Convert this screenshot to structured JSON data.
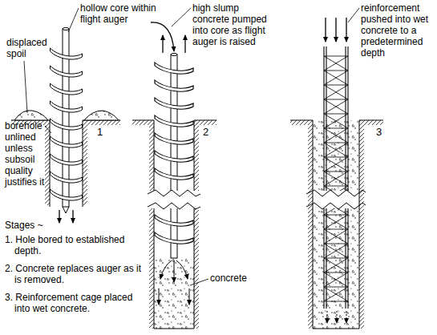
{
  "diagram": {
    "labels": [
      "hollow core within flight auger",
      "displaced spoil",
      "borehole unlined unless subsoil quality justifies it",
      "1",
      "high slump concrete pumped into core as flight auger is raised",
      "2",
      "reinforcement pushed into wet concrete to a predetermined depth",
      "3",
      "concrete",
      "Stages ~",
      "1. Hole bored to established depth.",
      "2. Concrete replaces auger as it is removed.",
      "3. Reinforcement cage placed into wet concrete."
    ]
  }
}
